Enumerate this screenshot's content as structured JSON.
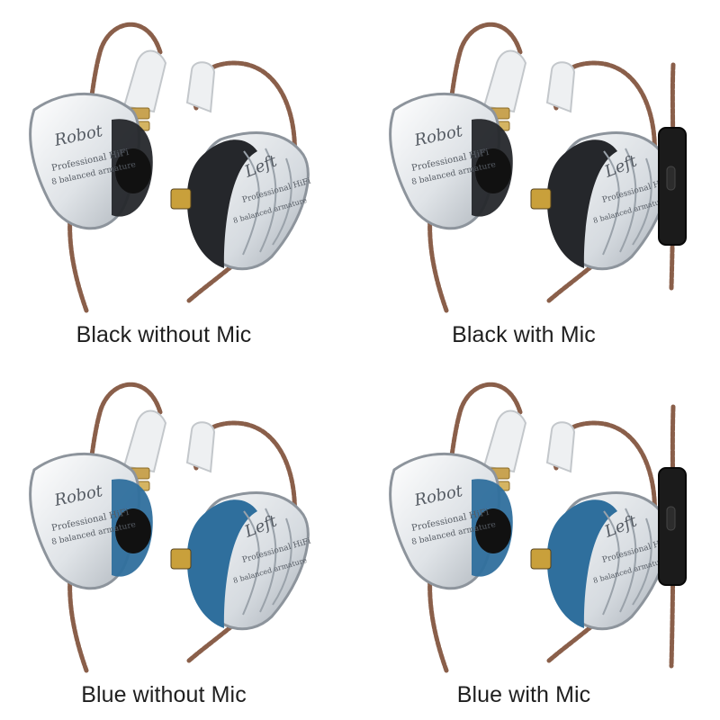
{
  "variants": [
    {
      "label": "Black without Mic",
      "shell_color": "#25272b",
      "has_mic": false
    },
    {
      "label": "Black with Mic",
      "shell_color": "#25272b",
      "has_mic": true
    },
    {
      "label": "Blue without Mic",
      "shell_color": "#2f6f9d",
      "has_mic": false
    },
    {
      "label": "Blue with Mic",
      "shell_color": "#2f6f9d",
      "has_mic": true
    }
  ],
  "colors": {
    "background": "#ffffff",
    "caption": "#1f1f1f",
    "cable": "#8a5f4a",
    "faceplate": "#e6e9ec",
    "metal_pin": "#c8a352"
  },
  "faceplate_print": {
    "left_logo": "Robot",
    "left_line_1": "Professional HiFi",
    "left_line_2": "8 balanced armature",
    "right_logo": "Left",
    "right_line_1": "Professional HiFi",
    "right_line_2": "8 balanced armature"
  }
}
